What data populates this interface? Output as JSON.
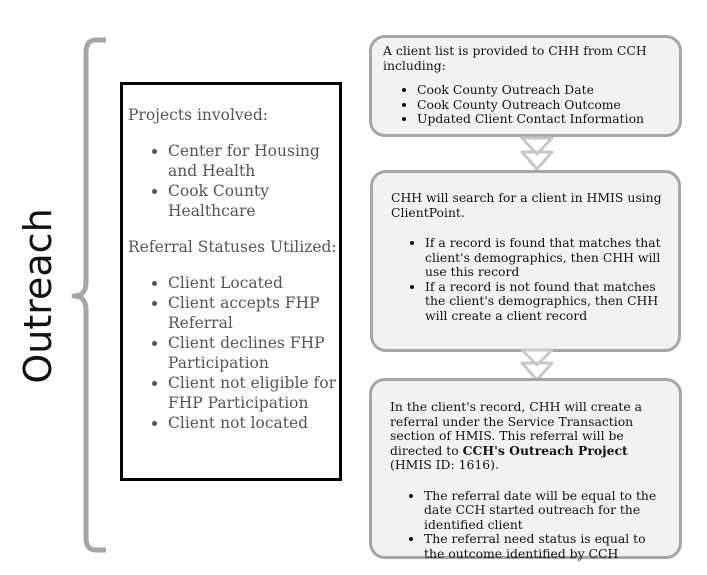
{
  "title": "Outreach",
  "panel": {
    "projects_heading": "Projects involved:",
    "projects": [
      "Center for Housing and Health",
      "Cook County Healthcare"
    ],
    "statuses_heading": "Referral Statuses Utilized:",
    "statuses": [
      "Client Located",
      "Client accepts FHP Referral",
      "Client declines FHP Participation",
      "Client not eligible for FHP Participation",
      "Client not located"
    ]
  },
  "steps": [
    {
      "intro": "A client list is provided to CHH from CCH including:",
      "items": [
        "Cook County Outreach Date",
        "Cook County Outreach Outcome",
        "Updated Client Contact Information"
      ]
    },
    {
      "intro": "CHH will search for a client in HMIS using ClientPoint.",
      "items": [
        "If a record is found that matches that client's demographics, then CHH will use this record",
        "If a record is not found that matches the client's demographics, then CHH will create a client record"
      ]
    },
    {
      "intro_a": "In the client's record, CHH will create a referral under the Service Transaction section of HMIS. This referral will be directed to ",
      "intro_bold": "CCH's Outreach Project",
      "intro_b": " (HMIS ID: 1616).",
      "items": [
        "The referral date will be equal to the date CCH started outreach for the identified client",
        "The referral need status is equal to the outcome identified by CCH"
      ]
    }
  ],
  "colors": {
    "box_border": "#a6a6a6",
    "box_fill": "#f2f2f2",
    "brace": "#a6a6a6",
    "panel_border": "#000000"
  }
}
